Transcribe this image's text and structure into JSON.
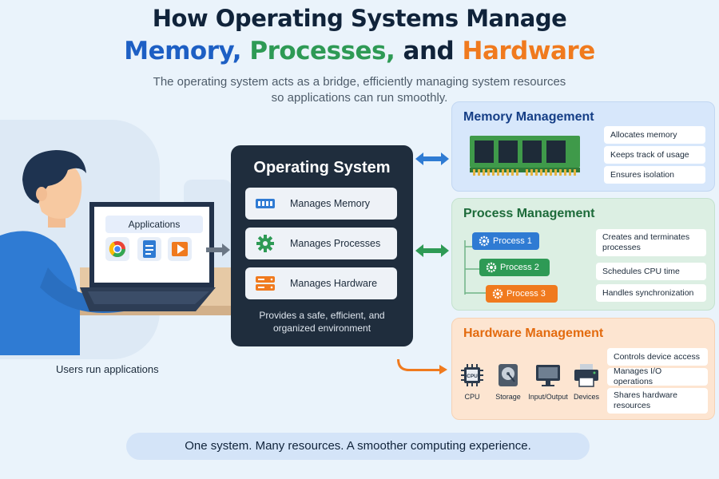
{
  "title": {
    "line1": "How Operating Systems Manage",
    "memory": "Memory,",
    "processes": "Processes,",
    "and": "and",
    "hardware": "Hardware"
  },
  "subtitle": {
    "line1": "The operating system acts as a bridge, efficiently managing system resources",
    "line2": "so applications can run smoothly."
  },
  "user": {
    "applications_label": "Applications",
    "caption": "Users run applications"
  },
  "os": {
    "title": "Operating System",
    "items": [
      {
        "label": "Manages Memory",
        "icon": "memory-chip-icon"
      },
      {
        "label": "Manages Processes",
        "icon": "gear-icon"
      },
      {
        "label": "Manages Hardware",
        "icon": "server-stack-icon"
      }
    ],
    "footer_line1": "Provides a safe, efficient, and",
    "footer_line2": "organized environment"
  },
  "memory_panel": {
    "title": "Memory Management",
    "items": [
      "Allocates memory",
      "Keeps track of usage",
      "Ensures isolation"
    ]
  },
  "process_panel": {
    "title": "Process Management",
    "processes": [
      "Process 1",
      "Process 2",
      "Process 3"
    ],
    "items": [
      "Creates and terminates processes",
      "Schedules CPU time",
      "Handles synchronization"
    ]
  },
  "hardware_panel": {
    "title": "Hardware Management",
    "devices": [
      "CPU",
      "Storage",
      "Input/Output",
      "Devices"
    ],
    "cpu_chip_text": "CPU",
    "items": [
      "Controls device access",
      "Manages I/O operations",
      "Shares hardware resources"
    ]
  },
  "footer": "One system. Many resources. A smoother computing experience.",
  "colors": {
    "memory": "#1d5fc4",
    "process": "#2e9a55",
    "hardware": "#f07a1e",
    "os_box": "#1f2d3d"
  }
}
